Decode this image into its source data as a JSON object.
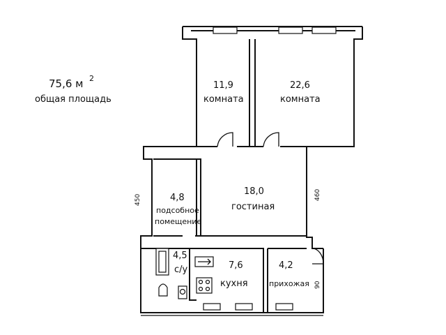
{
  "summary": {
    "area_value": "75,6 м",
    "area_sup": "2",
    "area_caption": "общая площадь"
  },
  "rooms": [
    {
      "id": "room-1",
      "area": "11,9",
      "label": "комната"
    },
    {
      "id": "room-2",
      "area": "22,6",
      "label": "комната"
    },
    {
      "id": "utility",
      "area": "4,8",
      "label_1": "подсобное",
      "label_2": "помещение"
    },
    {
      "id": "living",
      "area": "18,0",
      "label": "гостиная"
    },
    {
      "id": "bathroom",
      "area": "4,5",
      "label": "с/у"
    },
    {
      "id": "kitchen",
      "area": "7,6",
      "label": "кухня"
    },
    {
      "id": "hallway",
      "area": "4,2",
      "label": "прихожая"
    }
  ],
  "dimensions": {
    "left_height": "450",
    "right_height": "460",
    "entrance_width": "90"
  },
  "colors": {
    "line": "#111111",
    "background": "#ffffff"
  }
}
